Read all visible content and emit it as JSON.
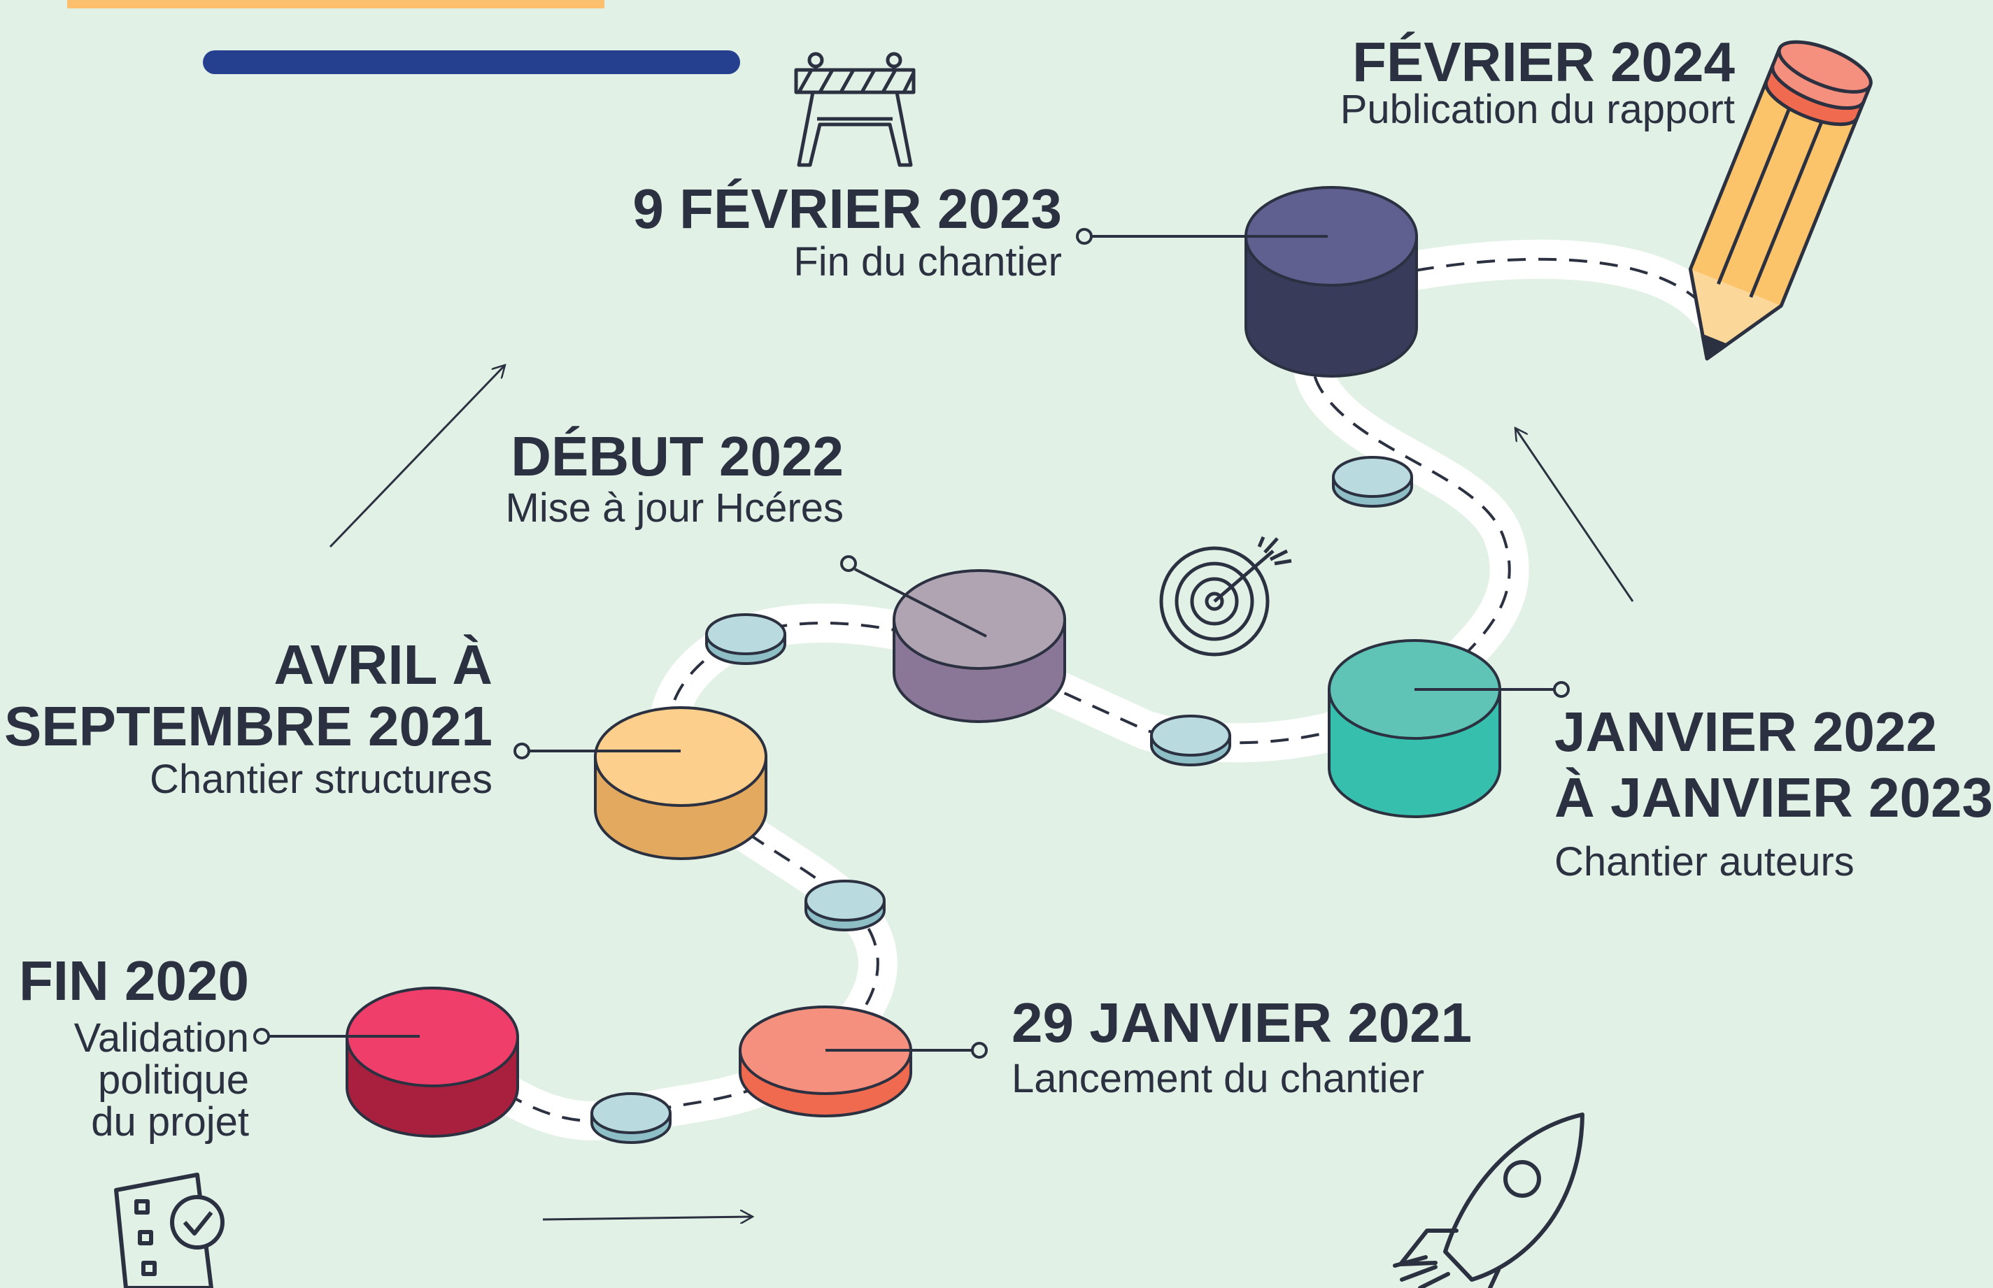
{
  "header": {
    "accent_colors": [
      "#fbbf6e",
      "#25408f"
    ]
  },
  "milestones": [
    {
      "id": "fin2020",
      "date_lines": [
        "FIN 2020"
      ],
      "desc_lines": [
        "Validation",
        "politique",
        "du projet"
      ],
      "top_color": "#ef3e6a",
      "side_color": "#a91f3e"
    },
    {
      "id": "jan2021",
      "date_lines": [
        "29 JANVIER 2021"
      ],
      "desc_lines": [
        "Lancement du chantier"
      ],
      "top_color": "#f58f7e",
      "side_color": "#ef6a4e"
    },
    {
      "id": "avr2021",
      "date_lines": [
        "AVRIL À",
        "SEPTEMBRE 2021"
      ],
      "desc_lines": [
        "Chantier structures"
      ],
      "top_color": "#fccf8c",
      "side_color": "#e3a95f"
    },
    {
      "id": "debut2022",
      "date_lines": [
        "DÉBUT 2022"
      ],
      "desc_lines": [
        "Mise à jour Hcéres"
      ],
      "top_color": "#b0a3b2",
      "side_color": "#8a7696"
    },
    {
      "id": "jan2022",
      "date_lines": [
        "JANVIER 2022",
        "À JANVIER 2023"
      ],
      "desc_lines": [
        "Chantier auteurs"
      ],
      "top_color": "#5fc4b5",
      "side_color": "#36bfad"
    },
    {
      "id": "fev2023",
      "date_lines": [
        "9 FÉVRIER 2023"
      ],
      "desc_lines": [
        "Fin du chantier"
      ],
      "top_color": "#5f5f90",
      "side_color": "#383b5a"
    },
    {
      "id": "fev2024",
      "date_lines": [
        "FÉVRIER 2024"
      ],
      "desc_lines": [
        "Publication du rapport"
      ]
    }
  ],
  "icons": [
    "barrier-icon",
    "pencil-icon",
    "target-icon",
    "checklist-icon",
    "rocket-icon"
  ]
}
